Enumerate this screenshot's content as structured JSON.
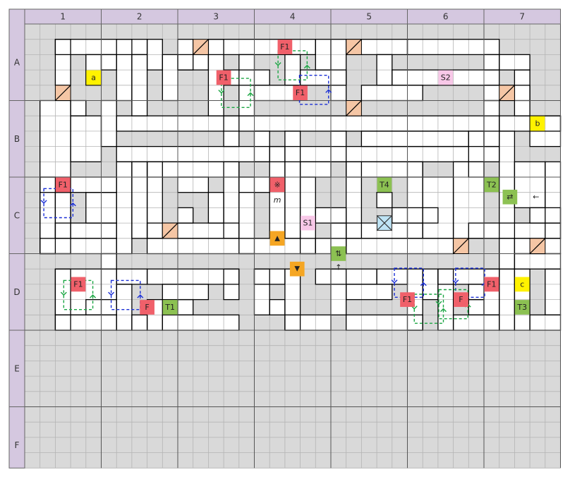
{
  "column_headers": [
    "1",
    "2",
    "3",
    "4",
    "5",
    "6",
    "7"
  ],
  "row_headers": [
    "A",
    "B",
    "C",
    "D",
    "E",
    "F"
  ],
  "colors": {
    "header_bg": "#d5c8e0",
    "floor": "#ffffff",
    "wall_fill": "#d9d9d9",
    "grid_line": "#b4b4b4",
    "wall_line": "#000000",
    "f1_tile": "#f0606a",
    "teleporter": "#8cc152",
    "special_letter": "#fff200",
    "stairs": "#f5a623",
    "s_marker": "#f8c8e8",
    "ramp": "#f5c6a5",
    "arrow_green": "#1aa542",
    "arrow_blue": "#1a2fd6"
  },
  "markers": {
    "f1": "F1",
    "f_partial": "F",
    "t1": "T1",
    "t2": "T2",
    "t3": "T3",
    "t4": "T4",
    "a": "a",
    "b": "b",
    "c": "c",
    "s1": "S1",
    "s2": "S2",
    "m": "m",
    "kome": "※",
    "up_triangle": "▲",
    "down_triangle": "▼",
    "swap_lr": "⇄",
    "swap_ud": "⇅",
    "arrow_left": "←",
    "arrow_up": "↑"
  }
}
